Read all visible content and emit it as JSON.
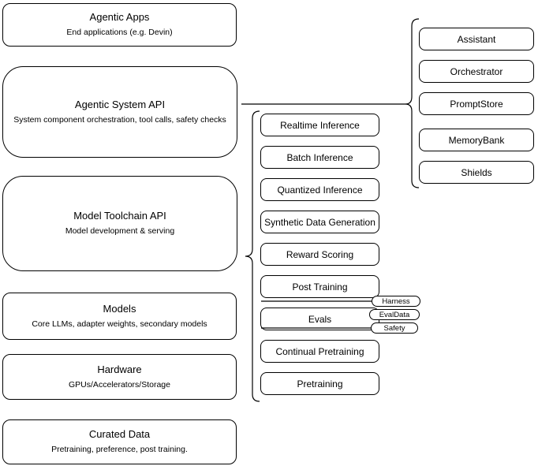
{
  "d": {
    "left": [
      {
        "title": "Agentic Apps",
        "subtitle": "End applications (e.g. Devin)"
      },
      {
        "title": "Agentic System API",
        "subtitle": "System component orchestration, tool calls, safety checks"
      },
      {
        "title": "Model Toolchain API",
        "subtitle": "Model development & serving"
      },
      {
        "title": "Models",
        "subtitle": "Core LLMs, adapter weights, secondary models"
      },
      {
        "title": "Hardware",
        "subtitle": "GPUs/Accelerators/Storage"
      },
      {
        "title": "Curated Data",
        "subtitle": "Pretraining, preference, post training."
      }
    ],
    "mid": [
      "Realtime Inference",
      "Batch Inference",
      "Quantized Inference",
      "Synthetic Data Generation",
      "Reward Scoring",
      "Post Training",
      "Evals",
      "Continual Pretraining",
      "Pretraining"
    ],
    "right": [
      "Assistant",
      "Orchestrator",
      "PromptStore",
      "MemoryBank",
      "Shields"
    ],
    "pills": [
      "Harness",
      "EvalData",
      "Safety"
    ],
    "colors": {
      "stroke": "#000000",
      "fill": "#ffffff",
      "text": "#000000"
    }
  }
}
